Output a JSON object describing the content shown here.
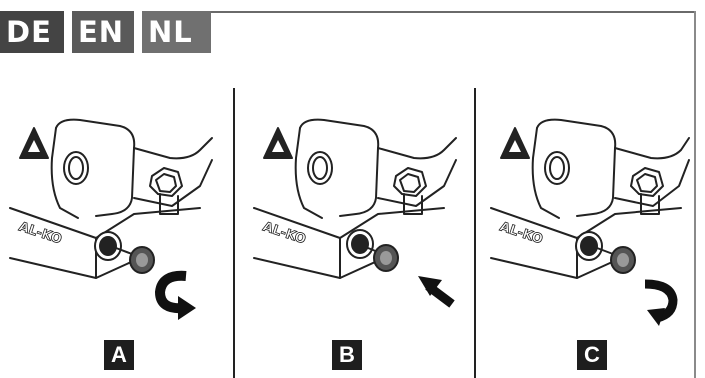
{
  "languages": [
    {
      "code": "DE"
    },
    {
      "code": "EN"
    },
    {
      "code": "NL"
    }
  ],
  "brand_text": "AL-KO",
  "steps": [
    {
      "label": "A"
    },
    {
      "label": "B"
    },
    {
      "label": "C"
    }
  ],
  "icons": {
    "A": "rotate-clockwise-arrow-icon",
    "B": "push-in-arrow-icon",
    "C": "rotate-counterclockwise-arrow-icon"
  },
  "colors": {
    "tab_de": "#444444",
    "tab_en": "#5a5a5a",
    "tab_nl": "#707070",
    "label_bg": "#1e1e1e"
  }
}
